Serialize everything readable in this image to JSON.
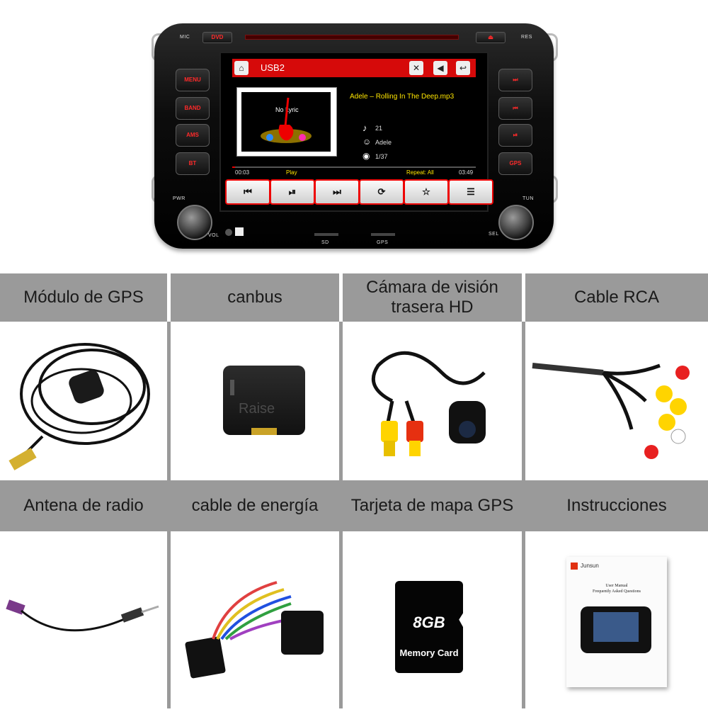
{
  "head_unit": {
    "labels": {
      "mic": "MIC",
      "dvd": "DVD",
      "res": "RES",
      "pwr": "PWR",
      "tun": "TUN",
      "vol": "VOL",
      "sel": "SEL",
      "sd": "SD",
      "gps": "GPS"
    },
    "left_buttons": [
      "MENU",
      "BAND",
      "AMS",
      "BT"
    ],
    "right_buttons": [
      "⏭",
      "⏮",
      "⏯",
      "GPS"
    ],
    "screen": {
      "source": "USB2",
      "track": "Adele – Rolling In The Deep.mp3",
      "no_lyric": "No Lyric",
      "track_number": "21",
      "artist": "Adele",
      "index": "1/37",
      "elapsed": "00:03",
      "status": "Play",
      "repeat": "Repeat: All",
      "duration": "03:49",
      "progress": 0.013
    }
  },
  "accessories": [
    {
      "label": "Módulo de GPS",
      "icon": "gps-antenna"
    },
    {
      "label": "canbus",
      "icon": "canbus-box",
      "brand": "Raise"
    },
    {
      "label": "Cámara de visión trasera HD",
      "icon": "rear-camera"
    },
    {
      "label": "Cable RCA",
      "icon": "rca-cable"
    },
    {
      "label": "Antena de radio",
      "icon": "radio-antenna"
    },
    {
      "label": "cable de energía",
      "icon": "power-cable"
    },
    {
      "label": "Tarjeta de mapa GPS",
      "icon": "sd-card",
      "card_size": "8GB",
      "card_text": "Memory Card"
    },
    {
      "label": "Instrucciones",
      "icon": "manual",
      "brand": "Junsun",
      "manual_title": "User Manual",
      "manual_subtitle": "Frequently Asked Questions"
    }
  ]
}
